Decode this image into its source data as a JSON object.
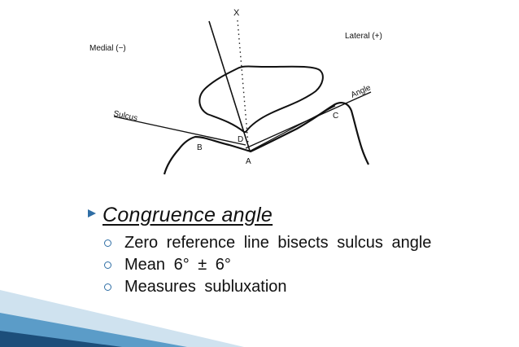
{
  "diagram": {
    "labels": {
      "x": "X",
      "medial": "Medial (−)",
      "lateral": "Lateral (+)",
      "sulcus": "Sulcus",
      "angle": "Angle",
      "point_a": "A",
      "point_b": "B",
      "point_c": "C",
      "point_d": "D"
    }
  },
  "bullets": {
    "main": "Congruence angle",
    "sub_items": [
      "Zero reference line bisects sulcus angle",
      "Mean 6° ± 6°",
      "Measures subluxation"
    ]
  },
  "colors": {
    "accent": "#2f6ea5",
    "text": "#111111",
    "deco_light": "#cfe2ef",
    "deco_mid": "#5b9cc8",
    "deco_dark": "#1c4e7a"
  }
}
